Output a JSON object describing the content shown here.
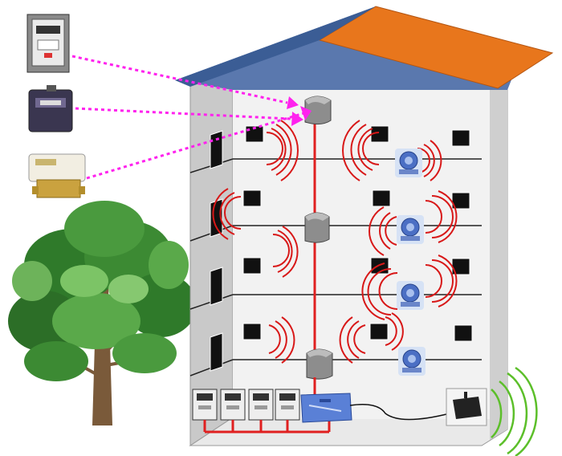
{
  "diagram": {
    "subject": "building-wireless-meter-reading-network",
    "floors": 4,
    "repeaters": 3,
    "water_meters": 4,
    "concentrator_meters": 4,
    "colors": {
      "roof_orange": "#E8761C",
      "roof_blue": "#5A78AE",
      "wall_front": "#E9E9E9",
      "wall_side": "#C9C9C9",
      "bus_red": "#E02020",
      "link_magenta": "#FF22EE",
      "signal_red": "#D81818",
      "signal_green": "#5CBF2A",
      "tree_green": "#2F7A2A"
    },
    "icons": {
      "electric_meter": "electric-meter-icon",
      "gas_meter": "gas-meter-icon",
      "heat_meter": "heat-meter-icon",
      "repeater": "repeater-icon",
      "water_meter": "water-meter-icon",
      "gateway": "gateway-modem-icon"
    }
  }
}
